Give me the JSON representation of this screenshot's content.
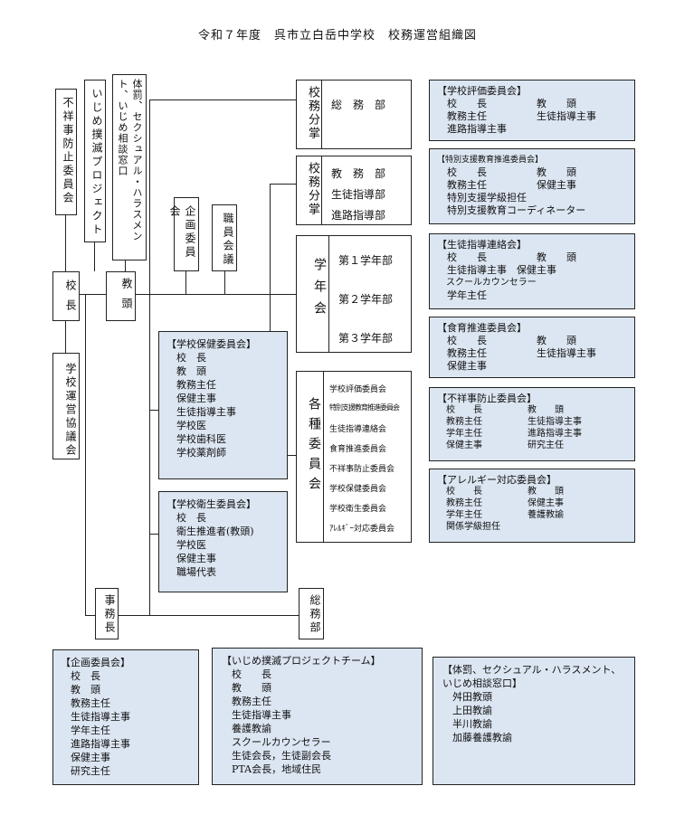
{
  "title": "令和７年度　呉市立白岳中学校　校務運営組織図",
  "nodes": {
    "kocho": "校長",
    "kyoto": "教頭",
    "gakko_unei": "学校運営協議会",
    "fushoji_left": "不祥事防止委員会",
    "ijime_pj_left": "いじめ撲滅プロジェクト",
    "taibatsu_left": "体罰、セクシュアル・ハラスメント、いじめ相談窓口",
    "kikaku_v": "企画委員会",
    "shokuin_v": "職員会議",
    "jimucho": "事務長",
    "somubu_bottom": "総務部"
  },
  "koumu1": {
    "label": "校務分掌",
    "items": [
      "総　務　部"
    ]
  },
  "koumu2": {
    "label": "校務分掌",
    "items": [
      "教　務　部",
      "生徒指導部",
      "進路指導部"
    ]
  },
  "gakunen": {
    "label": "学年会",
    "items": [
      "第１学年部",
      "第２学年部",
      "第３学年部"
    ]
  },
  "kakushu": {
    "label": "各種委員会",
    "items": [
      "学校評価委員会",
      "特別支援教育推進委員会",
      "生徒指導連絡会",
      "食育推進委員会",
      "不祥事防止委員会",
      "学校保健委員会",
      "学校衛生委員会",
      "ｱﾚﾙｷﾞｰ対応委員会"
    ]
  },
  "panels": {
    "hyoka": {
      "title": "【学校評価委員会】",
      "rows": [
        "　校　　長　　　　　教　　頭",
        "　教務主任　　　　　生徒指導主事",
        "　進路指導主事"
      ]
    },
    "tokushi": {
      "title": "【特別支援教育推進委員会】",
      "rows": [
        "　校　　長　　　　　教　　頭",
        "　教務主任　　　　　保健主事",
        "　特別支援学級担任",
        "　特別支援教育コーディネーター"
      ]
    },
    "seito": {
      "title": "【生徒指導連絡会】",
      "rows": [
        "　校　　長　　　　　教　　頭",
        "　生徒指導主事　保健主事",
        "　スクールカウンセラー",
        "　学年主任"
      ]
    },
    "shokuiku": {
      "title": "【食育推進委員会】",
      "rows": [
        "　校　　長　　　　　教　　頭",
        "　教務主任　　　　　生徒指導主事",
        "　保健主事"
      ]
    },
    "fushoji": {
      "title": "【不祥事防止委員会】",
      "rows": [
        "　校　　長　　　　　教　　頭",
        "　教務主任　　　　　生徒指導主事",
        "　学年主任　　　　　進路指導主事",
        "　保健主事　　　　　研究主任"
      ]
    },
    "allergy": {
      "title": "【アレルギー対応委員会】",
      "rows": [
        "　校　　長　　　　　教　　頭",
        "　教務主任　　　　　保健主事",
        "　学年主任　　　　　養護教諭",
        "　関係学級担任"
      ]
    },
    "hoken": {
      "title": "【学校保健委員会】",
      "rows": [
        "　校　長",
        "　教　頭",
        "　教務主任",
        "　保健主事",
        "　生徒指導主事",
        "　学校医",
        "　学校歯科医",
        "　学校薬剤師"
      ]
    },
    "eisei": {
      "title": "【学校衛生委員会】",
      "rows": [
        "　校　長",
        "　衛生推進者(教頭)",
        "　学校医",
        "　保健主事",
        "　職場代表"
      ]
    },
    "kikaku": {
      "title": "【企画委員会】",
      "rows": [
        "　校　長",
        "　教　頭",
        "　教務主任",
        "　生徒指導主事",
        "　学年主任",
        "　進路指導主事",
        "　保健主事",
        "　研究主任"
      ]
    },
    "ijime": {
      "title": "【いじめ撲滅プロジェクトチーム】",
      "rows": [
        "　校　　長",
        "　教　　頭",
        "　教務主任",
        "　生徒指導主事",
        "　養護教諭",
        "　スクールカウンセラー",
        "　生徒会長，生徒副会長",
        "　PTA会長，地域住民"
      ]
    },
    "taibatsu": {
      "title": "【体罰、セクシュアル・ハラスメント、いじめ相談窓口】",
      "rows": [
        "　舛田教頭",
        "　上田教諭",
        "　半川教諭",
        "　加藤養護教諭"
      ]
    }
  }
}
